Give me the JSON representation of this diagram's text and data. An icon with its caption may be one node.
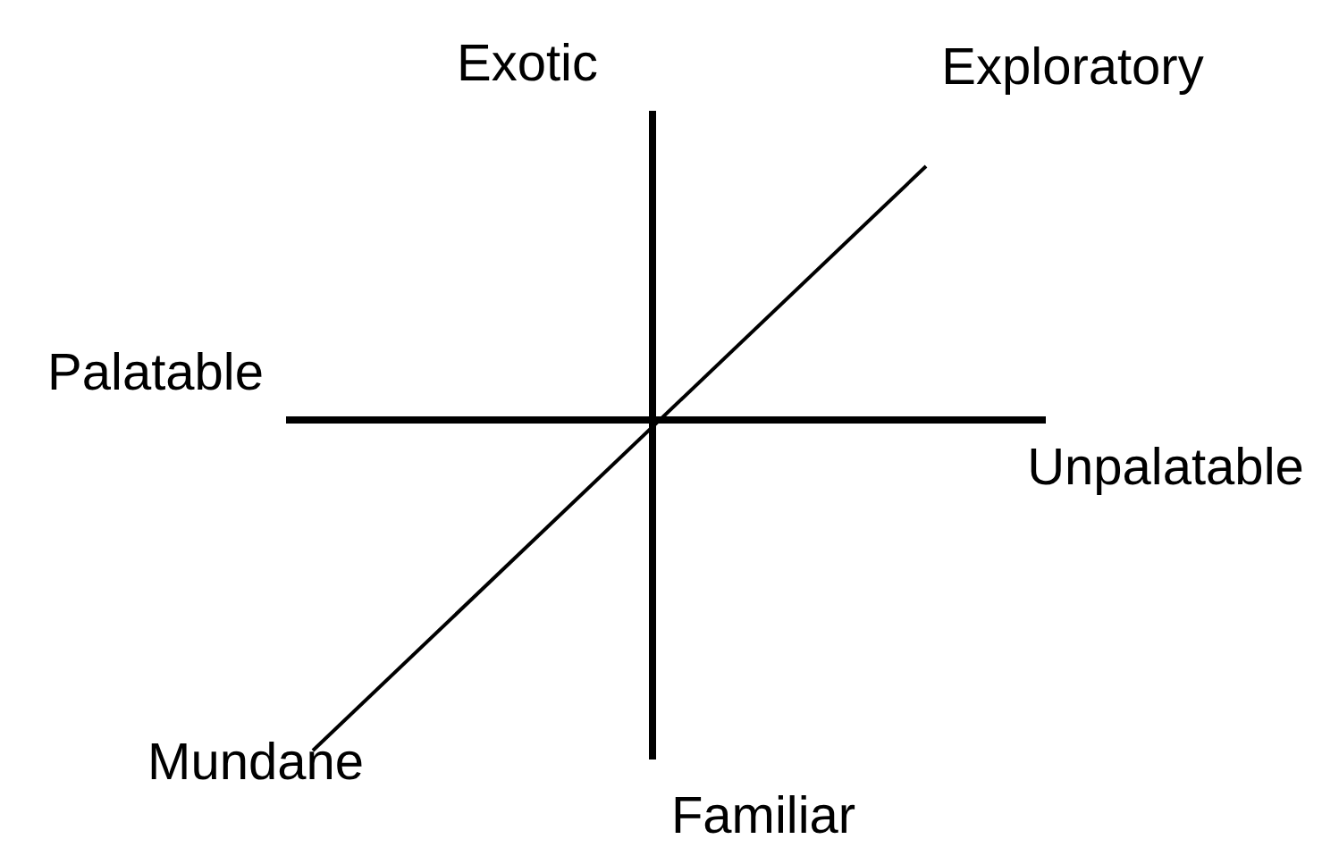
{
  "diagram": {
    "labels": [
      "Exotic",
      "Exploratory",
      "Palatable",
      "Unpalatable",
      "Mundane",
      "Familiar"
    ]
  }
}
